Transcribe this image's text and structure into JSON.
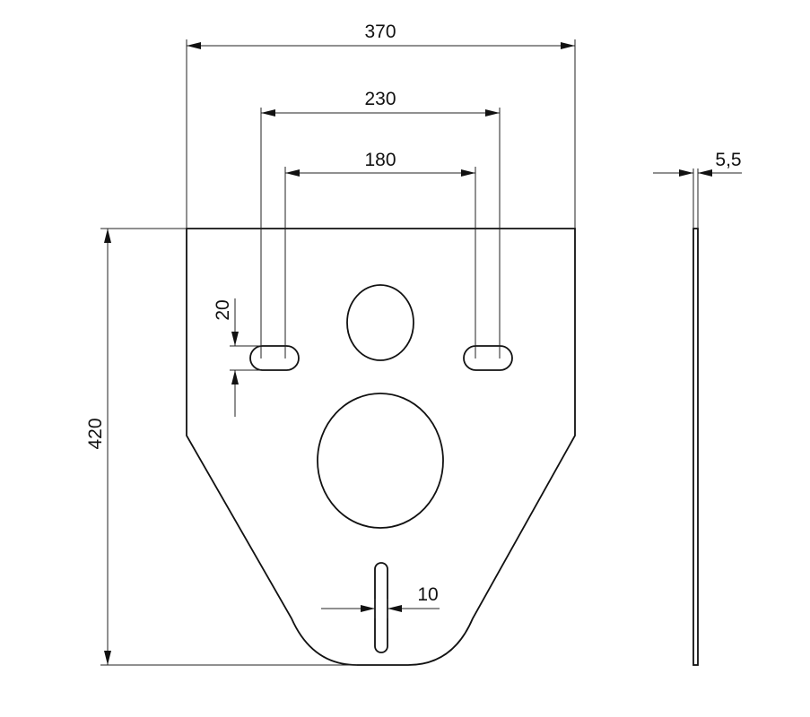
{
  "drawing": {
    "colors": {
      "line": "#111111",
      "background": "#ffffff"
    },
    "dimensions": {
      "overall_width": "370",
      "outer_slot_spacing": "230",
      "inner_slot_spacing": "180",
      "overall_height": "420",
      "slot_height": "20",
      "bottom_slot_width": "10",
      "thickness": "5,5"
    }
  }
}
